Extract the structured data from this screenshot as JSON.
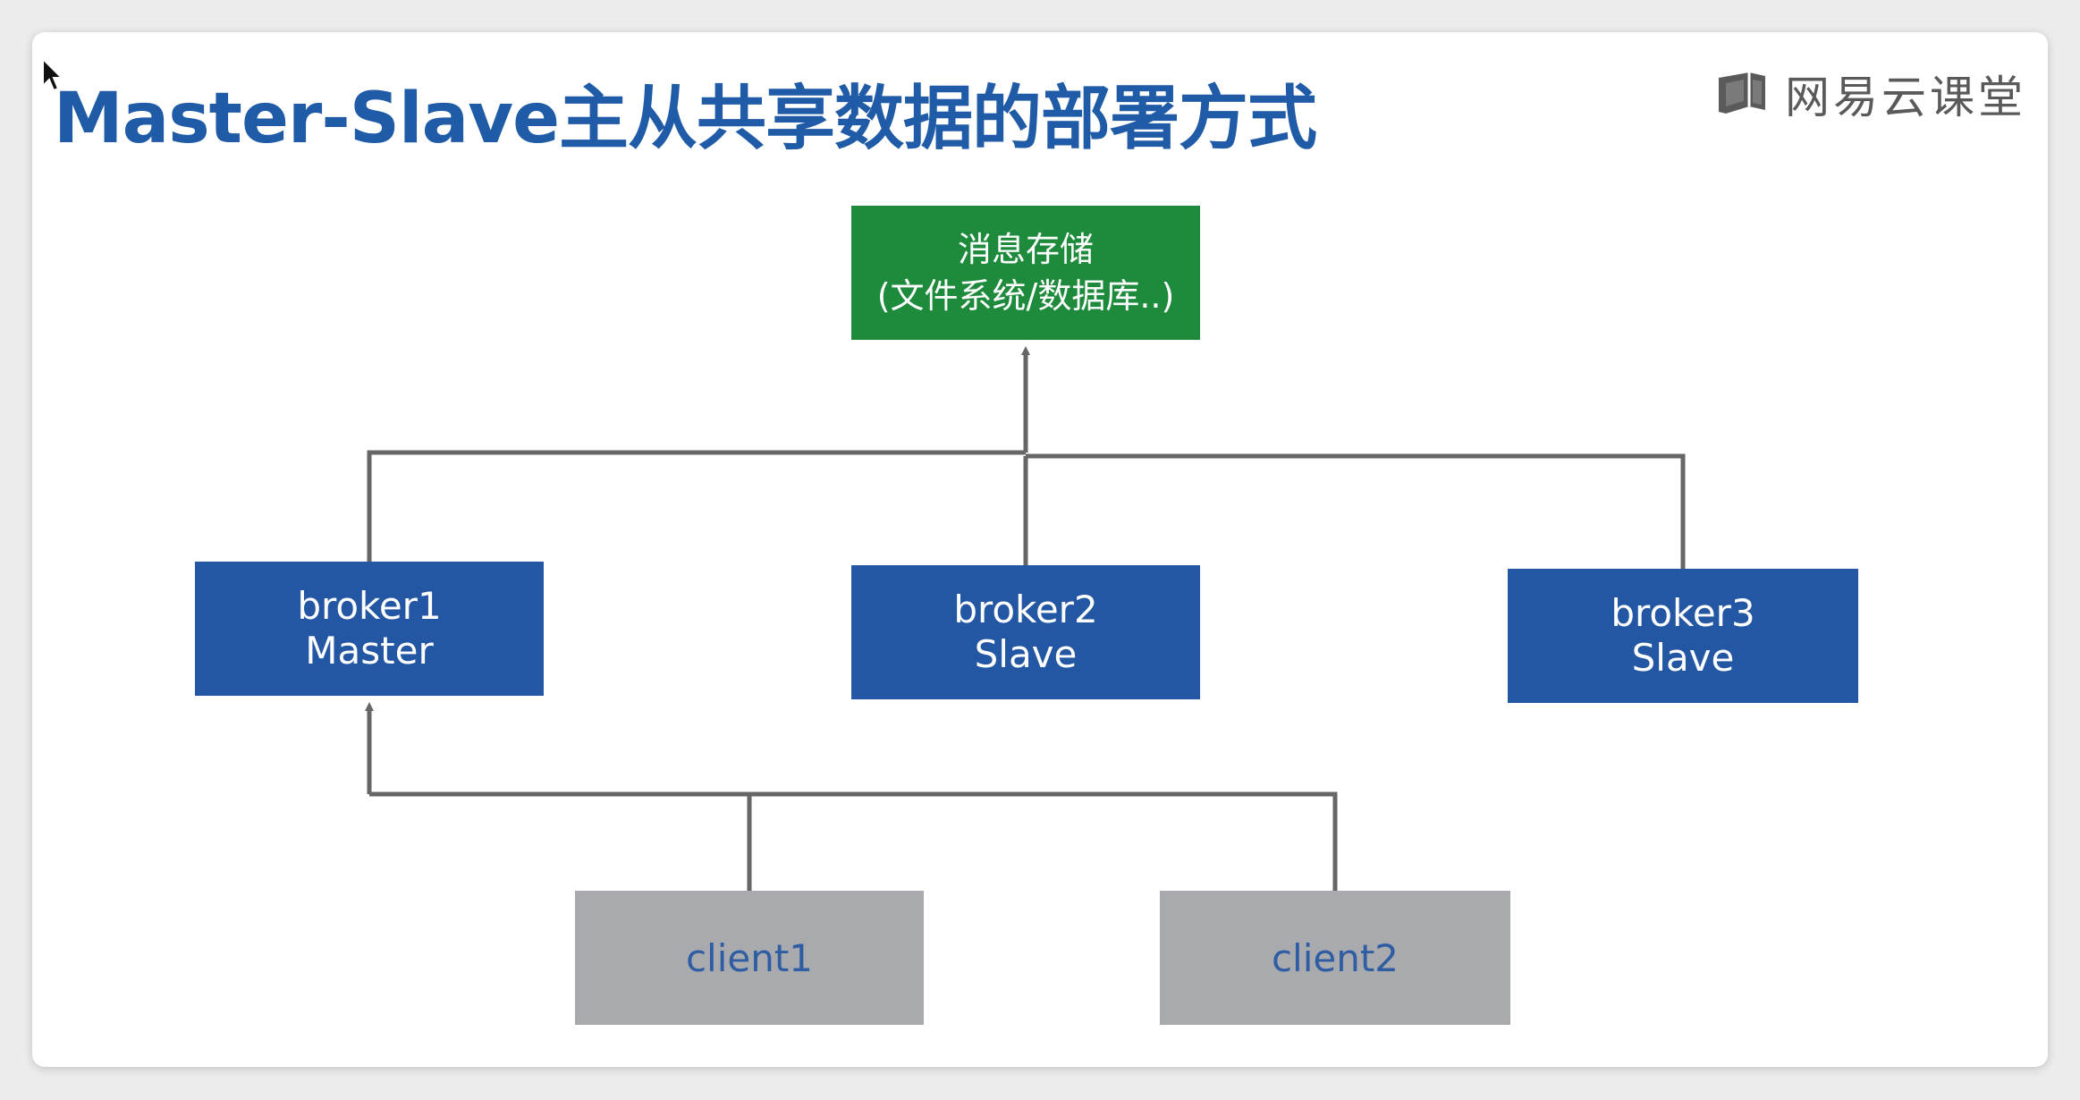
{
  "slide": {
    "title": "Master-Slave主从共享数据的部署方式"
  },
  "logo": {
    "text": "网易云课堂",
    "icon": "book-icon",
    "color": "#5a5a5a"
  },
  "diagram": {
    "storage": {
      "line1": "消息存储",
      "line2": "(文件系统/数据库..)",
      "color": "#1e8a3c"
    },
    "brokers": [
      {
        "name": "broker1",
        "role": "Master"
      },
      {
        "name": "broker2",
        "role": "Slave"
      },
      {
        "name": "broker3",
        "role": "Slave"
      }
    ],
    "clients": [
      {
        "name": "client1"
      },
      {
        "name": "client2"
      }
    ],
    "colors": {
      "title": "#1f5ba6",
      "broker": "#2357a3",
      "client": "#a9aaad",
      "client_text": "#2e5da3",
      "connector": "#666666"
    }
  }
}
